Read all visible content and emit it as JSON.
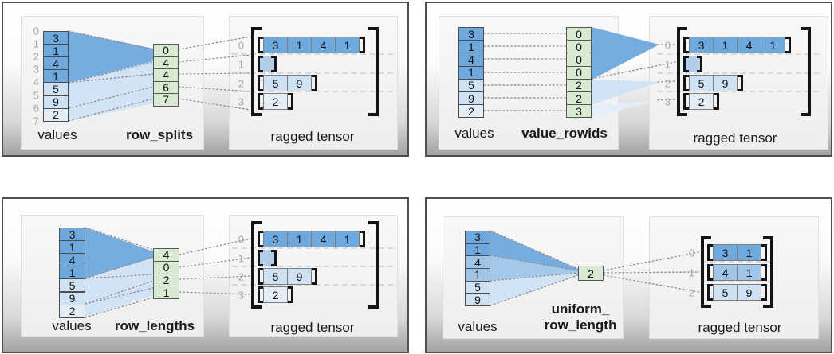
{
  "title": "ragged tensor construction diagrams",
  "colors": {
    "dark_blue": "#6fa8dc",
    "medium_blue": "#9fc5e8",
    "light_blue": "#cfe2f3",
    "pale_blue": "#e4eef9",
    "empty_blue": "#b3cde8",
    "green": "#d9ead3"
  },
  "panels": [
    {
      "id": "row-splits",
      "values_label": "values",
      "partition_label": "row_splits",
      "tensor_label": "ragged tensor",
      "value_indices": [
        "0",
        "1",
        "2",
        "3",
        "4",
        "5",
        "6",
        "7"
      ],
      "values": [
        "3",
        "1",
        "4",
        "1",
        "5",
        "9",
        "2"
      ],
      "values_shades": [
        "dark",
        "dark",
        "dark",
        "dark",
        "light",
        "light",
        "pale"
      ],
      "partition": [
        "0",
        "4",
        "4",
        "6",
        "7"
      ],
      "tensor_rows": [
        {
          "index": "0",
          "cells": [
            "3",
            "1",
            "4",
            "1"
          ],
          "shade": "dark"
        },
        {
          "index": "1",
          "cells": [],
          "shade": "empty"
        },
        {
          "index": "2",
          "cells": [
            "5",
            "9"
          ],
          "shade": "light"
        },
        {
          "index": "3",
          "cells": [
            "2"
          ],
          "shade": "pale"
        }
      ]
    },
    {
      "id": "value-rowids",
      "values_label": "values",
      "partition_label": "value_rowids",
      "tensor_label": "ragged tensor",
      "value_indices": [],
      "values": [
        "3",
        "1",
        "4",
        "1",
        "5",
        "9",
        "2"
      ],
      "values_shades": [
        "dark",
        "dark",
        "dark",
        "dark",
        "light",
        "light",
        "pale"
      ],
      "partition": [
        "0",
        "0",
        "0",
        "0",
        "2",
        "2",
        "3"
      ],
      "tensor_rows": [
        {
          "index": "0",
          "cells": [
            "3",
            "1",
            "4",
            "1"
          ],
          "shade": "dark"
        },
        {
          "index": "1",
          "cells": [],
          "shade": "empty"
        },
        {
          "index": "2",
          "cells": [
            "5",
            "9"
          ],
          "shade": "light"
        },
        {
          "index": "3",
          "cells": [
            "2"
          ],
          "shade": "pale"
        }
      ]
    },
    {
      "id": "row-lengths",
      "values_label": "values",
      "partition_label": "row_lengths",
      "tensor_label": "ragged tensor",
      "value_indices": [],
      "values": [
        "3",
        "1",
        "4",
        "1",
        "5",
        "9",
        "2"
      ],
      "values_shades": [
        "dark",
        "dark",
        "dark",
        "dark",
        "light",
        "light",
        "pale"
      ],
      "partition": [
        "4",
        "0",
        "2",
        "1"
      ],
      "tensor_rows": [
        {
          "index": "0",
          "cells": [
            "3",
            "1",
            "4",
            "1"
          ],
          "shade": "dark"
        },
        {
          "index": "1",
          "cells": [],
          "shade": "empty"
        },
        {
          "index": "2",
          "cells": [
            "5",
            "9"
          ],
          "shade": "light"
        },
        {
          "index": "3",
          "cells": [
            "2"
          ],
          "shade": "pale"
        }
      ]
    },
    {
      "id": "uniform-row-length",
      "values_label": "values",
      "partition_label_lines": [
        "uniform_",
        "row_length"
      ],
      "tensor_label": "ragged tensor",
      "value_indices": [],
      "values": [
        "3",
        "1",
        "4",
        "1",
        "5",
        "9"
      ],
      "values_shades": [
        "dark",
        "dark",
        "medium",
        "medium",
        "light",
        "light"
      ],
      "partition": [
        "2"
      ],
      "tensor_rows": [
        {
          "index": "0",
          "cells": [
            "3",
            "1"
          ],
          "shade": "dark"
        },
        {
          "index": "1",
          "cells": [
            "4",
            "1"
          ],
          "shade": "medium"
        },
        {
          "index": "2",
          "cells": [
            "5",
            "9"
          ],
          "shade": "light"
        }
      ]
    }
  ]
}
